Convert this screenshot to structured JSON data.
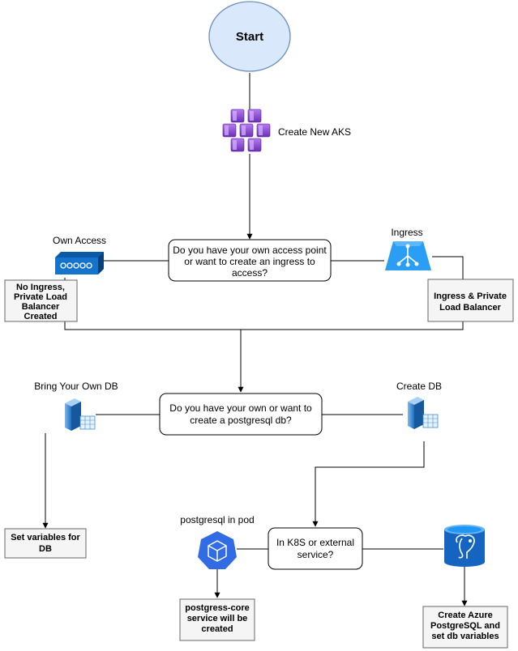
{
  "start": {
    "label": "Start"
  },
  "aks": {
    "label": "Create New AKS",
    "icon": "aks-cluster-icon"
  },
  "access_decision": {
    "lines": [
      "Do you have your own access point",
      "or want to create an ingress to",
      "access?"
    ]
  },
  "own_access": {
    "label": "Own Access",
    "icon": "network-appliance-icon"
  },
  "ingress": {
    "label": "Ingress",
    "icon": "ingress-icon"
  },
  "no_ingress_box": {
    "lines": [
      "No Ingress,",
      "Private Load",
      "Balancer",
      "Created"
    ]
  },
  "ingress_box": {
    "lines": [
      "Ingress & Private",
      "Load Balancer"
    ]
  },
  "db_decision": {
    "lines": [
      "Do you have your own or want to",
      "create a postgresql db?"
    ]
  },
  "byo_db": {
    "label": "Bring Your Own DB",
    "icon": "database-server-icon"
  },
  "create_db": {
    "label": "Create DB",
    "icon": "database-server-icon"
  },
  "set_vars_box": {
    "lines": [
      "Set variables for",
      "DB"
    ]
  },
  "k8s_decision": {
    "lines": [
      "In K8S or external",
      "service?"
    ]
  },
  "pg_pod": {
    "label": "postgresql in pod",
    "icon": "kubernetes-icon"
  },
  "azure_pg": {
    "icon": "azure-postgresql-icon"
  },
  "pg_core_box": {
    "lines": [
      "postgress-core",
      "service will be",
      "created"
    ]
  },
  "azure_pg_box": {
    "lines": [
      "Create Azure",
      "PostgreSQL and",
      "set db variables"
    ]
  },
  "colors": {
    "start_fill": "#dae8fc",
    "start_stroke": "#6c8ebf",
    "box_fill": "#f5f5f5",
    "box_stroke": "#666666",
    "aks_purple": "#7b3fc4",
    "azure_blue": "#1e88e5",
    "k8s_blue": "#326ce5",
    "pg_blue": "#1565c0"
  }
}
